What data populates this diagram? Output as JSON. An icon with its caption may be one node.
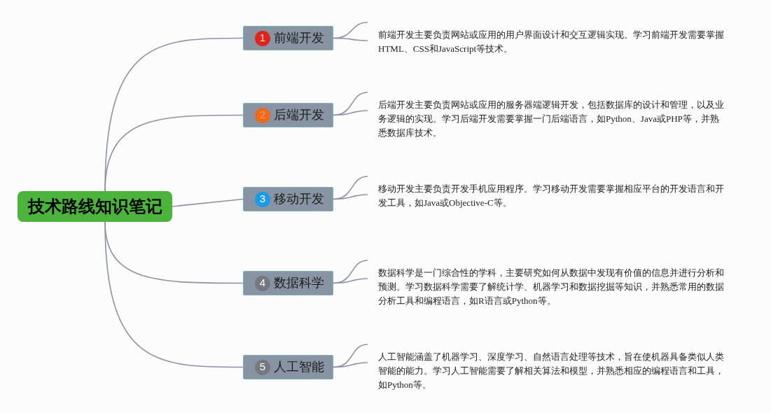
{
  "diagram": {
    "nodes": [
      {
        "text": [
          "技术路线知识笔记"
        ]
      },
      {
        "text": [
          "1",
          "前端开发"
        ]
      },
      {
        "text": [
          "2",
          "后端开发"
        ]
      },
      {
        "text": [
          "3",
          "移动开发"
        ]
      },
      {
        "text": [
          "4",
          "数据科学"
        ]
      },
      {
        "text": [
          "5",
          "人工智能"
        ]
      },
      {
        "text": [
          "前端开发主要负责网站或应用的用户界面设计和交互逻辑实现。学习前端开发需要掌握HTML、CSS和JavaScript等技术。"
        ]
      },
      {
        "text": [
          "后端开发主要负责网站或应用的服务器端逻辑开发，包括数据库的设计和管理，以及业务逻辑的实现。学习后端开发需要掌握一门后端语言，如Python、Java或PHP等，并熟悉数据库技术。"
        ]
      },
      {
        "text": [
          "移动开发主要负责开发手机应用程序。学习移动开发需要掌握相应平台的开发语言和开发工具，如Java或Objective-C等。"
        ]
      },
      {
        "text": [
          "数据科学是一门综合性的学科，主要研究如何从数据中发现有价值的信息并进行分析和预测。学习数据科学需要了解统计学、机器学习和数据挖掘等知识，并熟悉常用的数据分析工具和编程语言，如R语言或Python等。"
        ]
      },
      {
        "text": [
          "人工智能涵盖了机器学习、深度学习、自然语言处理等技术，旨在使机器具备类似人类智能的能力。学习人工智能需要了解相关算法和模型，并熟悉相应的编程语言和工具，如Python等。"
        ]
      }
    ],
    "edges": [
      {
        "from": 0,
        "to": 1,
        "arrow": "none"
      },
      {
        "from": 0,
        "to": 2,
        "arrow": "none"
      },
      {
        "from": 0,
        "to": 3,
        "arrow": "none"
      },
      {
        "from": 0,
        "to": 4,
        "arrow": "none"
      },
      {
        "from": 0,
        "to": 5,
        "arrow": "none"
      },
      {
        "from": 1,
        "to": 6,
        "arrow": "none"
      },
      {
        "from": 1,
        "to": 6,
        "arrow": "none"
      },
      {
        "from": 2,
        "to": 7,
        "arrow": "none"
      },
      {
        "from": 2,
        "to": 7,
        "arrow": "none"
      },
      {
        "from": 3,
        "to": 8,
        "arrow": "none"
      },
      {
        "from": 3,
        "to": 8,
        "arrow": "none"
      },
      {
        "from": 4,
        "to": 9,
        "arrow": "none"
      },
      {
        "from": 4,
        "to": 9,
        "arrow": "none"
      },
      {
        "from": 5,
        "to": 10,
        "arrow": "none"
      },
      {
        "from": 5,
        "to": 10,
        "arrow": "none"
      }
    ]
  }
}
